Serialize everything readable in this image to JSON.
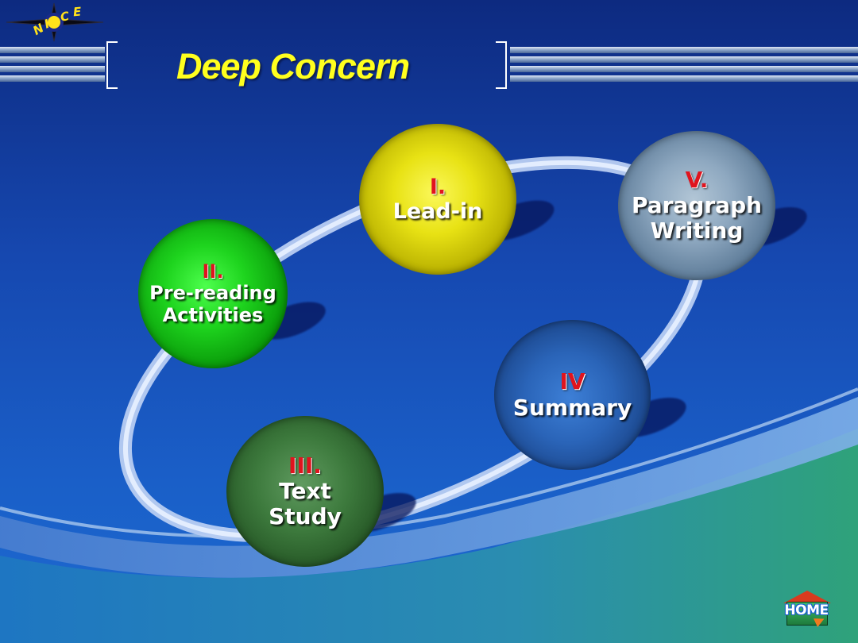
{
  "logo": {
    "icon": "compass-star-icon",
    "letters": [
      "N",
      "H",
      "C",
      "E"
    ]
  },
  "title": "Deep Concern",
  "nodes": [
    {
      "num": "I.",
      "label": "Lead-in"
    },
    {
      "num": "II.",
      "label": "Pre-reading\nActivities"
    },
    {
      "num": "III.",
      "label": "Text\n Study"
    },
    {
      "num": "IV",
      "label": "Summary"
    },
    {
      "num": "V.",
      "label": "Paragraph\nWriting"
    }
  ],
  "home_button": {
    "label": "HOME",
    "icon": "house-icon"
  },
  "colors": {
    "title": "#ffff1e",
    "numeral": "#e0141e",
    "node_1": "#e8e214",
    "node_2": "#1ed41e",
    "node_3": "#3d7a3d",
    "node_4": "#2a64b8",
    "node_5": "#8ea8c0"
  }
}
